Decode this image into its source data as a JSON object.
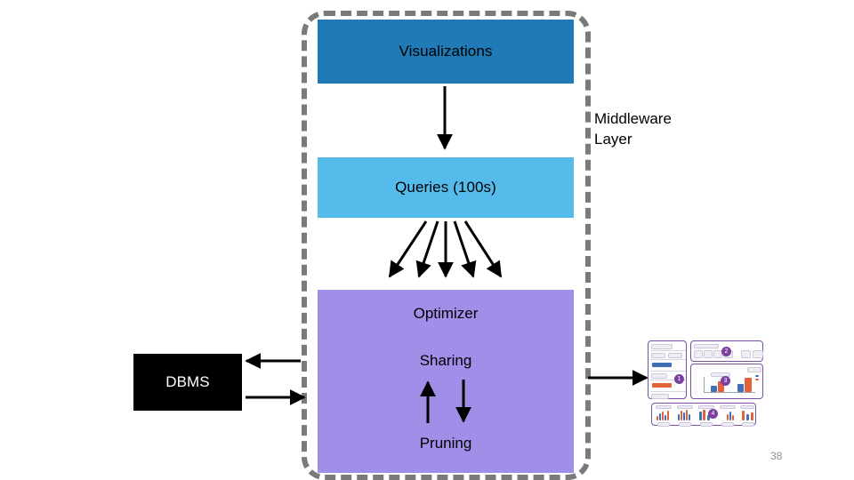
{
  "slide": {
    "page_number": "38",
    "background_color": "#ffffff"
  },
  "middleware": {
    "caption_line1": "Middleware",
    "caption_line2": "Layer",
    "border_color": "#7a7a7a",
    "border_style": "dashed-rounded"
  },
  "layers": {
    "visualizations": {
      "label": "Visualizations",
      "color": "#1f7ab5"
    },
    "queries": {
      "label": "Queries (100s)",
      "color": "#54bbeb"
    },
    "optimizer": {
      "title": "Optimizer",
      "sharing_label": "Sharing",
      "pruning_label": "Pruning",
      "color": "#a08ee8"
    },
    "dbms": {
      "label": "DBMS",
      "color": "#000000",
      "text_color": "#ffffff"
    }
  },
  "arrows": {
    "visualizations_to_queries": "down-arrow",
    "queries_fanout": "fan-of-five-down-arrows",
    "sharing_up": "up-arrow",
    "pruning_down": "down-arrow",
    "middleware_to_dbms": "left-arrow",
    "dbms_to_middleware": "right-arrow",
    "middleware_to_dashboard": "right-arrow"
  },
  "dashboard_thumbnail": {
    "name": "dashboard-screenshot-thumbnail",
    "accent_color": "#7b3fa0",
    "badges": [
      "1",
      "2",
      "3",
      "4"
    ],
    "bar_colors": [
      "#3f6fb5",
      "#e2633a"
    ]
  }
}
